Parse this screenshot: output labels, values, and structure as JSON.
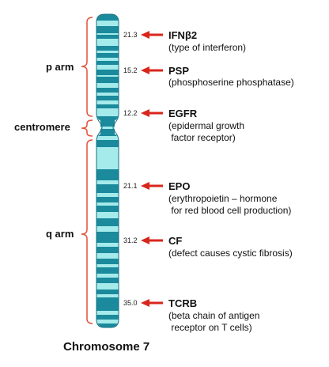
{
  "regions": [
    {
      "id": "p-arm",
      "label": "p arm"
    },
    {
      "id": "centromere",
      "label": "centromere"
    },
    {
      "id": "q-arm",
      "label": "q arm"
    }
  ],
  "genes": [
    {
      "id": "ifnb2",
      "position": "21.3",
      "name": "IFNβ2",
      "description": "(type of interferon)"
    },
    {
      "id": "psp",
      "position": "15.2",
      "name": "PSP",
      "description": "(phosphoserine phosphatase)"
    },
    {
      "id": "egfr",
      "position": "12.2",
      "name": "EGFR",
      "description": "(epidermal growth\n factor receptor)"
    },
    {
      "id": "epo",
      "position": "21.1",
      "name": "EPO",
      "description": "(erythropoietin – hormone\n for red blood cell production)"
    },
    {
      "id": "cf",
      "position": "31.2",
      "name": "CF",
      "description": "(defect causes cystic fibrosis)"
    },
    {
      "id": "tcrb",
      "position": "35.0",
      "name": "TCRB",
      "description": "(beta chain of antigen\n receptor on T cells)"
    }
  ],
  "caption": "Chromosome 7",
  "colors": {
    "band_dark": "#1a8a9c",
    "band_light": "#a5ebeb",
    "bracket": "#e2523a",
    "arrow": "#d9261c"
  }
}
